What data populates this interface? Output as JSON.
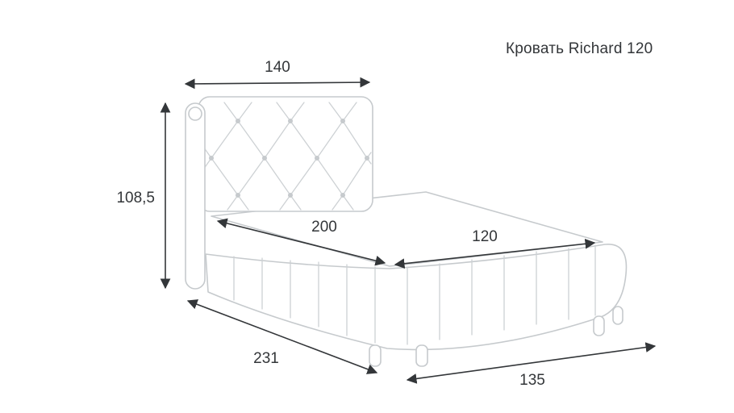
{
  "page": {
    "title": "Кровать Richard 120"
  },
  "dimensions": {
    "headboard_width": "140",
    "height": "108,5",
    "mattress_length": "200",
    "mattress_width": "120",
    "overall_length": "231",
    "overall_width": "135"
  }
}
